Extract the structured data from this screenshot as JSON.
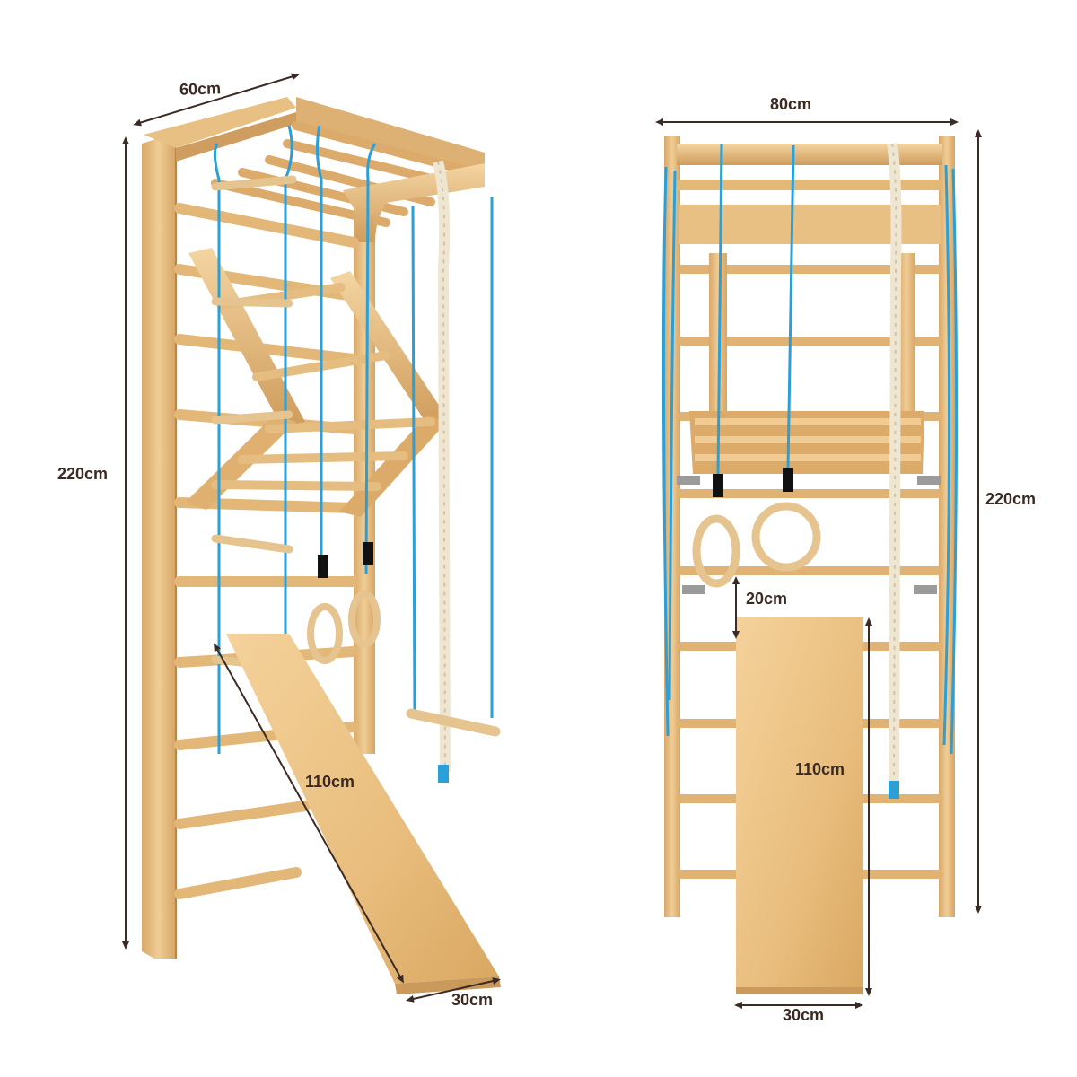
{
  "dimensions": {
    "left_view": {
      "width": "60cm",
      "height": "220cm",
      "board_length": "110cm",
      "board_width": "30cm"
    },
    "right_view": {
      "width": "80cm",
      "height": "220cm",
      "ring_to_board_gap": "20cm",
      "board_length": "110cm",
      "board_width": "30cm"
    }
  },
  "colors": {
    "wood": "#e7bf86",
    "wood_dark": "#c99a5c",
    "wood_light": "#f3d7a8",
    "rope_blue": "#2a9fd8",
    "rope_natural": "#efe6d2",
    "dimension_line": "#3b2b24",
    "text": "#3a2a22"
  },
  "icons": {
    "product": "wooden-wall-bars-icon",
    "rings": "gymnastic-rings-icon",
    "rope": "climbing-rope-icon",
    "ladder": "rope-ladder-icon",
    "slide": "slide-board-icon"
  }
}
